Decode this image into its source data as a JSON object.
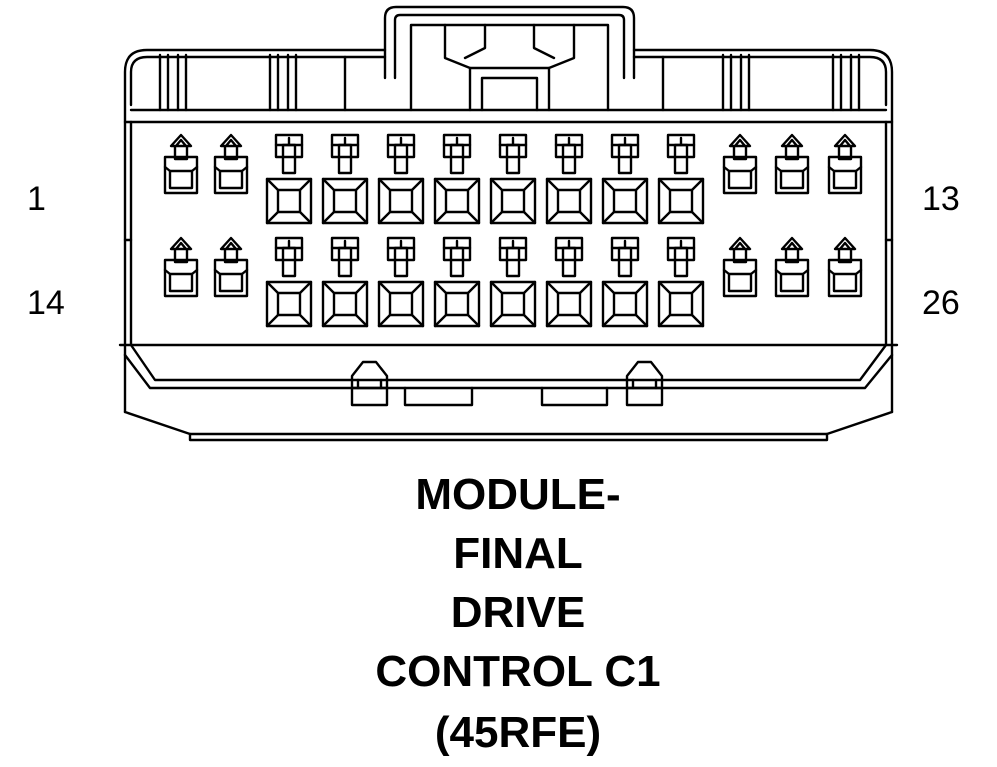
{
  "pin_labels": {
    "top_left": "1",
    "top_right": "13",
    "bottom_left": "14",
    "bottom_right": "26"
  },
  "title": {
    "line1": "MODULE-",
    "line2": "FINAL",
    "line3": "DRIVE",
    "line4": "CONTROL C1",
    "line5": "(45RFE)"
  },
  "colors": {
    "stroke": "#000000",
    "background": "#ffffff"
  }
}
